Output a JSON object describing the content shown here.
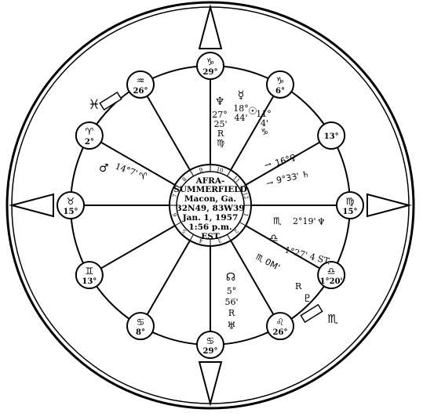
{
  "center": {
    "lines": [
      "AFRA-",
      "SUMMERFIELD",
      "Macon, Ga.",
      "32N49, 83W39",
      "Jan. 1, 1957",
      "1:56 p.m.",
      "EST"
    ]
  },
  "house_numbers": [
    "10",
    "11",
    "12",
    "1",
    "2",
    "3",
    "4",
    "5",
    "6",
    "7",
    "8",
    "9"
  ],
  "cusps": [
    {
      "id": "cusp-top",
      "glyph": "♑",
      "degree": "29°"
    },
    {
      "id": "cusp-upper-right",
      "glyph": "♑",
      "degree": "6°"
    },
    {
      "id": "cusp-right-upper",
      "glyph": "",
      "degree": "13°"
    },
    {
      "id": "cusp-right",
      "glyph": "♍",
      "degree": "15°"
    },
    {
      "id": "cusp-lower-right",
      "glyph": "♎",
      "degree": "1°20'"
    },
    {
      "id": "cusp-bottom-right",
      "glyph": "♌",
      "degree": "26°"
    },
    {
      "id": "cusp-bottom",
      "glyph": "♋",
      "degree": "29°"
    },
    {
      "id": "cusp-bottom-left",
      "glyph": "♋",
      "degree": "8°"
    },
    {
      "id": "cusp-lower-left",
      "glyph": "♊",
      "degree": "13°"
    },
    {
      "id": "cusp-left",
      "glyph": "♉",
      "degree": "15°"
    },
    {
      "id": "cusp-left-upper",
      "glyph": "♈",
      "degree": "2°"
    },
    {
      "id": "cusp-upper-left",
      "glyph": "♒",
      "degree": "26°"
    }
  ],
  "planets": {
    "neptune_10": [
      "♆",
      "27°",
      "25'",
      "R",
      "♍"
    ],
    "mercury": [
      "☿",
      "18°",
      "44'"
    ],
    "sun": [
      "☉",
      "11°",
      "4'",
      "♑"
    ],
    "venus": {
      "text": "16°♀",
      "arrow": "→"
    },
    "saturn": {
      "text": "9°33' ♄",
      "arrow": "→"
    },
    "mars": {
      "glyph": "♂",
      "text": "14°7'",
      "sign": "♈"
    },
    "neptune_7": {
      "text": "2°19'",
      "glyph": "♆",
      "sign": "♏"
    },
    "stationary": {
      "sign": "♎",
      "text": "1°27' 4 ST."
    },
    "moon": {
      "text": "♏ 0M'"
    },
    "pluto": {
      "retro": "R",
      "glyph": "♇"
    },
    "node_4": [
      "☊",
      "5°",
      "56'",
      "R",
      "♅"
    ],
    "pisces_intercepted": "♓",
    "scorpio_intercepted": "♏"
  }
}
